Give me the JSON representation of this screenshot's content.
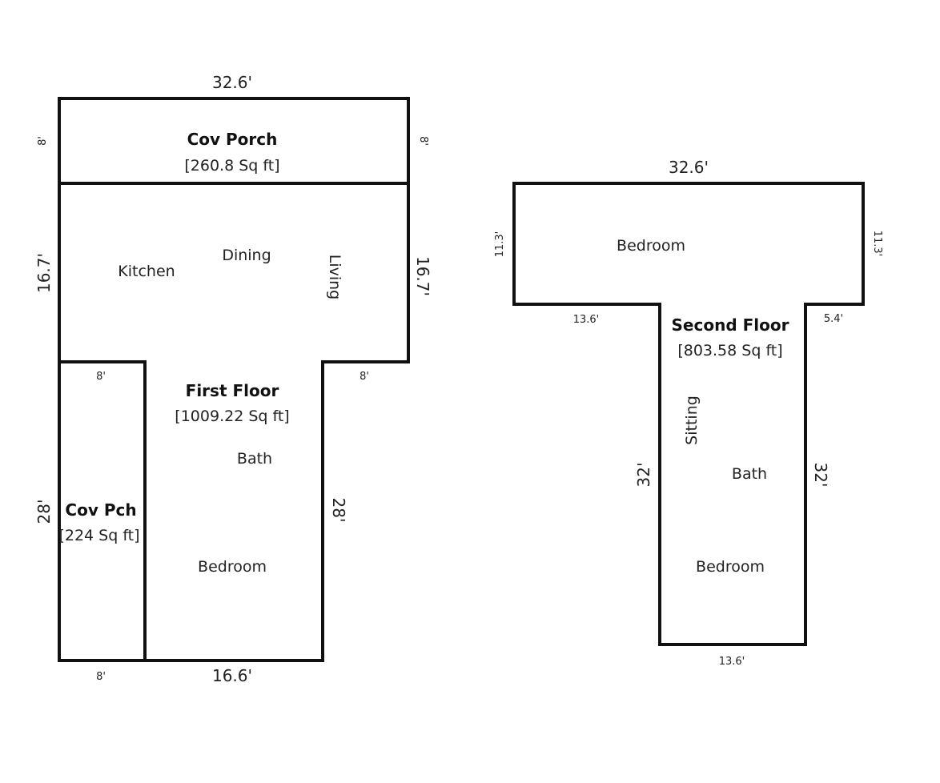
{
  "first_floor": {
    "title": "First Floor",
    "area": "[1009.22 Sq ft]",
    "rooms": {
      "kitchen": "Kitchen",
      "dining": "Dining",
      "living": "Living",
      "bath": "Bath",
      "bedroom": "Bedroom"
    },
    "dims": {
      "top_width": "32.6'",
      "left_height": "16.7'",
      "right_height": "16.7'",
      "inner_left_width": "8'",
      "inner_right_width": "8'",
      "right_lower_height": "28'",
      "bottom_width": "16.6'"
    }
  },
  "cov_porch": {
    "title": "Cov Porch",
    "area": "[260.8 Sq ft]",
    "dims": {
      "left": "8'",
      "right": "8'"
    }
  },
  "cov_pch": {
    "title": "Cov Pch",
    "area": "[224 Sq ft]",
    "dims": {
      "height": "28'",
      "bottom": "8'"
    }
  },
  "second_floor": {
    "title": "Second Floor",
    "area": "[803.58 Sq ft]",
    "rooms": {
      "bedroom_top": "Bedroom",
      "sitting": "Sitting",
      "bath": "Bath",
      "bedroom_bottom": "Bedroom"
    },
    "dims": {
      "top_width": "32.6'",
      "left_height": "11.3'",
      "right_height": "11.3'",
      "left_step": "13.6'",
      "right_step": "5.4'",
      "left_lower": "32'",
      "right_lower": "32'",
      "bottom_width": "13.6'"
    }
  }
}
